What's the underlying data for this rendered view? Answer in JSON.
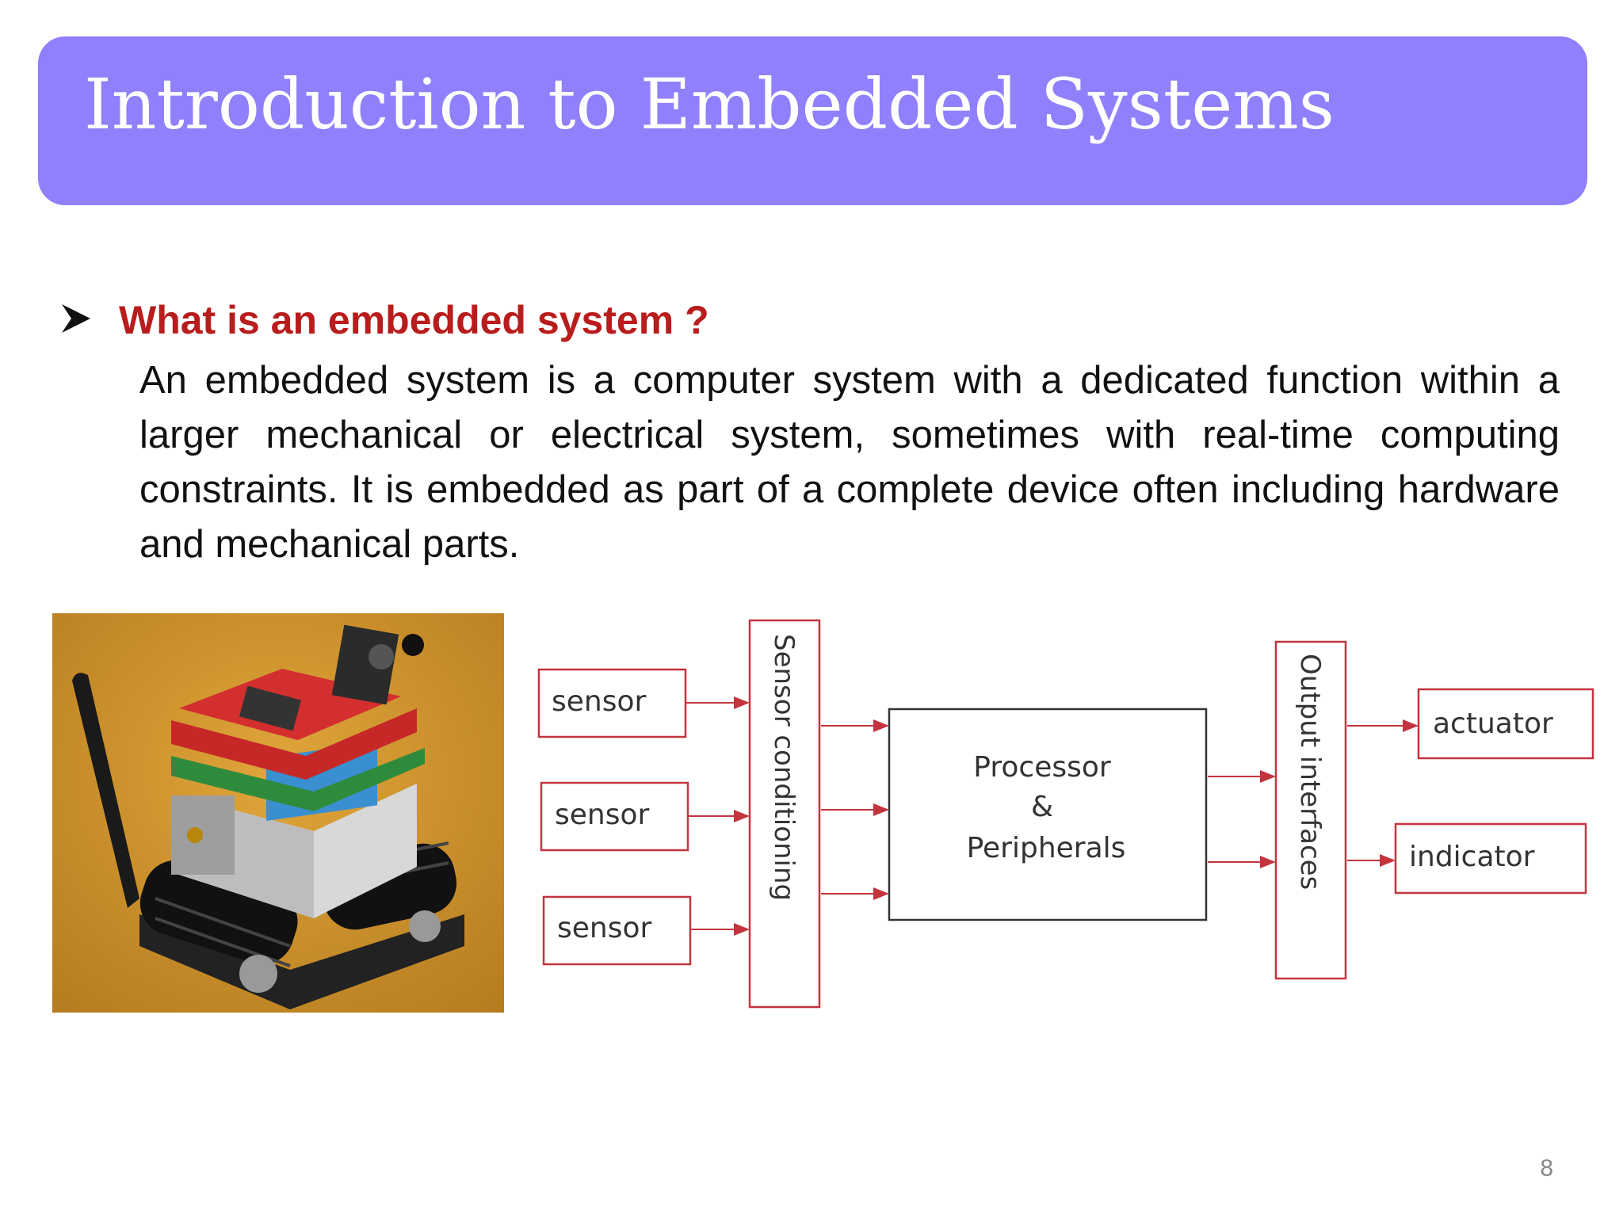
{
  "slide": {
    "title": "Introduction to Embedded Systems",
    "question": "What is an embedded system ?",
    "definition": "An embedded system is a computer system with a dedicated function within a larger mechanical or electrical system, sometimes with real-time computing constraints. It is embedded as part of a complete device often including hardware and mechanical parts.",
    "page_number": "8"
  },
  "diagram": {
    "sensors": [
      "sensor",
      "sensor",
      "sensor"
    ],
    "sensor_conditioning": "Sensor conditioning",
    "processor_line1": "Processor",
    "processor_line2": "&",
    "processor_line3": "Peripherals",
    "output_interfaces": "Output interfaces",
    "actuator": "actuator",
    "indicator": "indicator"
  },
  "colors": {
    "banner": "#9080fb",
    "question": "#b91c1c",
    "diagram_lines": "#c4343e"
  },
  "icons": {
    "bullet": "arrowhead-bullet-icon",
    "photo": "tracked-robot-photo"
  }
}
